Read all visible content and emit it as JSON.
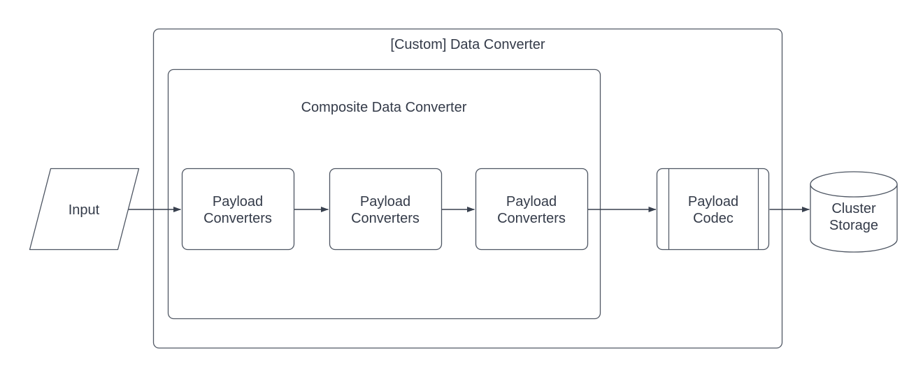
{
  "page": {
    "background_color": "#ffffff"
  },
  "colors": {
    "shape_stroke": "#4d5562",
    "container_stroke": "#515864",
    "edge_color": "#39414f",
    "text_color": "#343b49",
    "shape_fill": "#ffffff"
  },
  "diagram": {
    "outer_container": {
      "label": "[Custom] Data Converter",
      "shape": "rounded-rectangle"
    },
    "inner_container": {
      "label": "Composite Data Converter",
      "shape": "rounded-rectangle"
    },
    "nodes": {
      "input": {
        "label": "Input",
        "lines": [
          "Input"
        ],
        "shape": "parallelogram"
      },
      "payload_converters_1": {
        "label": "Payload Converters",
        "lines": [
          "Payload",
          "Converters"
        ],
        "shape": "rounded-rectangle"
      },
      "payload_converters_2": {
        "label": "Payload Converters",
        "lines": [
          "Payload",
          "Converters"
        ],
        "shape": "rounded-rectangle"
      },
      "payload_converters_3": {
        "label": "Payload Converters",
        "lines": [
          "Payload",
          "Converters"
        ],
        "shape": "rounded-rectangle"
      },
      "payload_codec": {
        "label": "Payload Codec",
        "lines": [
          "Payload",
          "Codec"
        ],
        "shape": "predefined-process"
      },
      "cluster_storage": {
        "label": "Cluster Storage",
        "lines": [
          "Cluster",
          "Storage"
        ],
        "shape": "cylinder"
      }
    },
    "connections": [
      {
        "from": "input",
        "to": "payload_converters_1"
      },
      {
        "from": "payload_converters_1",
        "to": "payload_converters_2"
      },
      {
        "from": "payload_converters_2",
        "to": "payload_converters_3"
      },
      {
        "from": "payload_converters_3",
        "to": "payload_codec"
      },
      {
        "from": "payload_codec",
        "to": "cluster_storage"
      }
    ]
  }
}
